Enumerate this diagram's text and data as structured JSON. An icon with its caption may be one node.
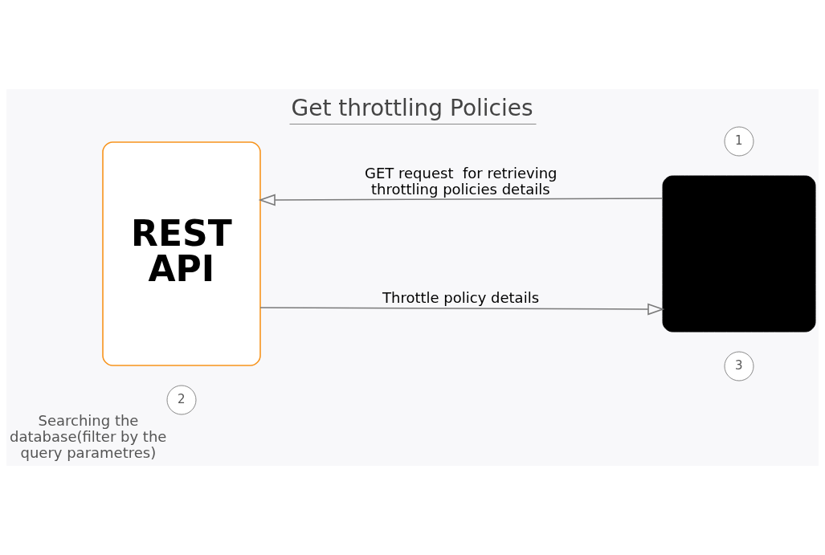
{
  "diagram": {
    "title": "Get throttling Policies",
    "nodes": [
      {
        "text": [
          "REST API"
        ]
      },
      {
        "text": [
          "1"
        ]
      },
      {
        "text": [],
        "shape": "box"
      },
      {
        "text": [
          "3"
        ]
      },
      {
        "text": [
          "2"
        ],
        "beside": [
          "Searching the database(filter by the query parametres)"
        ]
      }
    ],
    "edges": [
      {
        "from": 2,
        "to": 0,
        "arrow": "to",
        "label": "GET request  for retrieving throttling policies details"
      },
      {
        "from": 0,
        "to": 2,
        "arrow": "to",
        "label": "Throttle policy details"
      }
    ]
  }
}
